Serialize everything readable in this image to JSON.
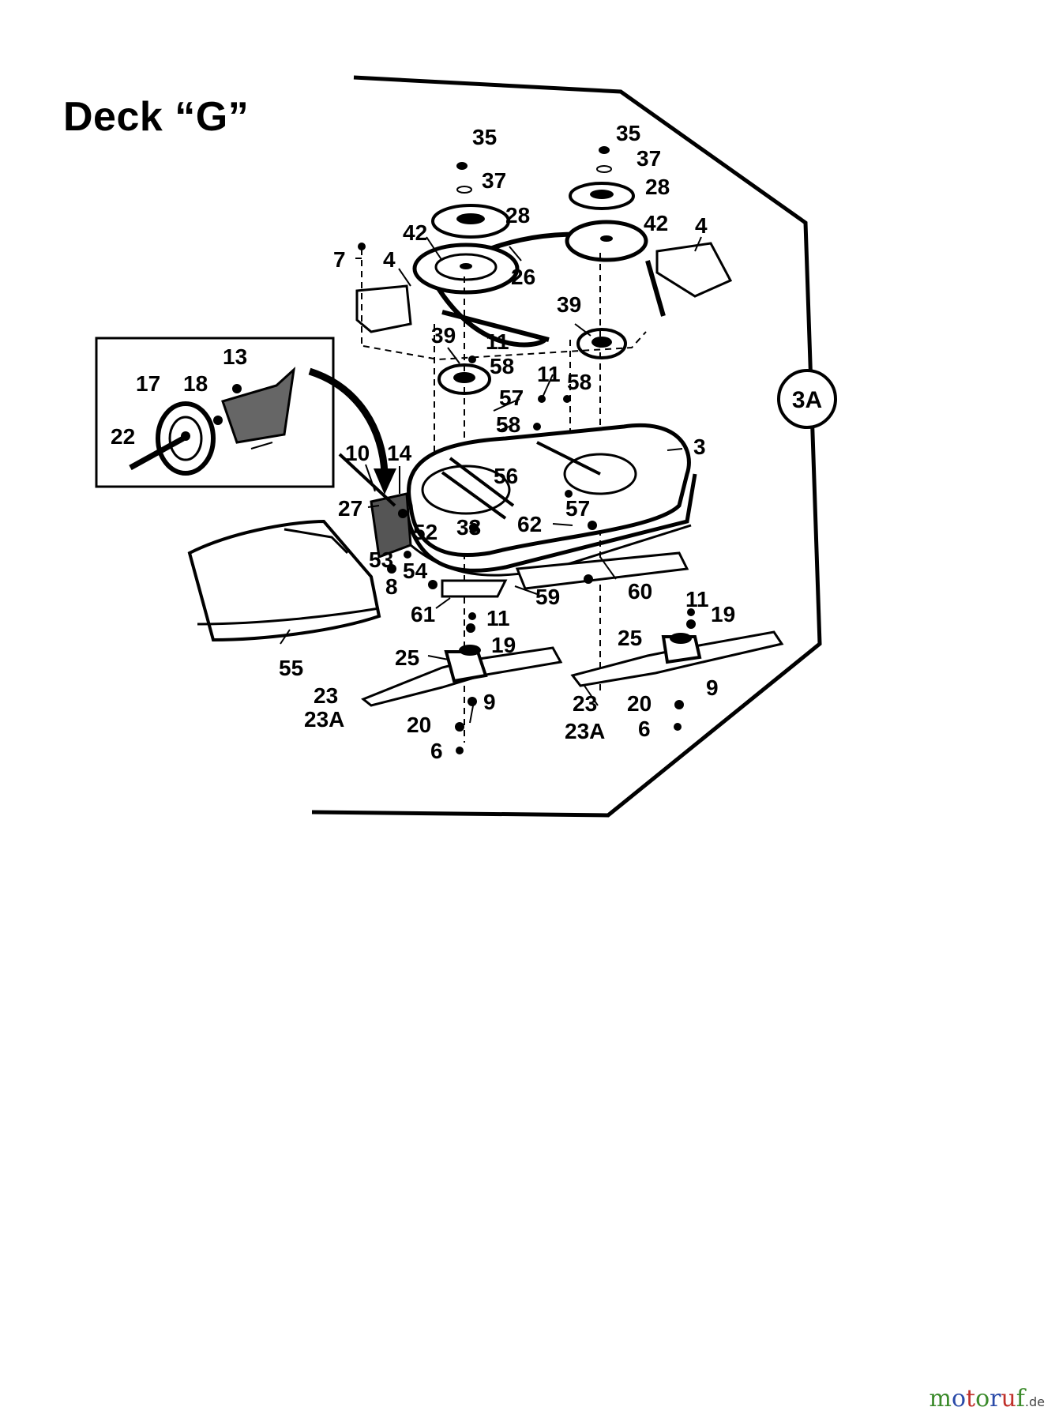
{
  "title": "Deck “G”",
  "reference_bubble": "3A",
  "part_labels": [
    "35",
    "37",
    "28",
    "42",
    "35",
    "37",
    "28",
    "42",
    "4",
    "7",
    "4",
    "26",
    "39",
    "11",
    "58",
    "39",
    "11",
    "58",
    "57",
    "58",
    "13",
    "17",
    "18",
    "22",
    "10",
    "14",
    "27",
    "3",
    "56",
    "57",
    "52",
    "33",
    "62",
    "53",
    "8",
    "54",
    "61",
    "59",
    "60",
    "11",
    "19",
    "25",
    "11",
    "19",
    "25",
    "9",
    "23",
    "23A",
    "20",
    "6",
    "23",
    "23A",
    "20",
    "9",
    "6",
    "55"
  ],
  "watermark": {
    "brand": "motoruf",
    "domain": ".de"
  },
  "colors": {
    "ink": "#000000",
    "paper": "#ffffff",
    "wm_green": "#3a8a2a",
    "wm_blue": "#2a4aa8",
    "wm_red": "#c0302a"
  }
}
